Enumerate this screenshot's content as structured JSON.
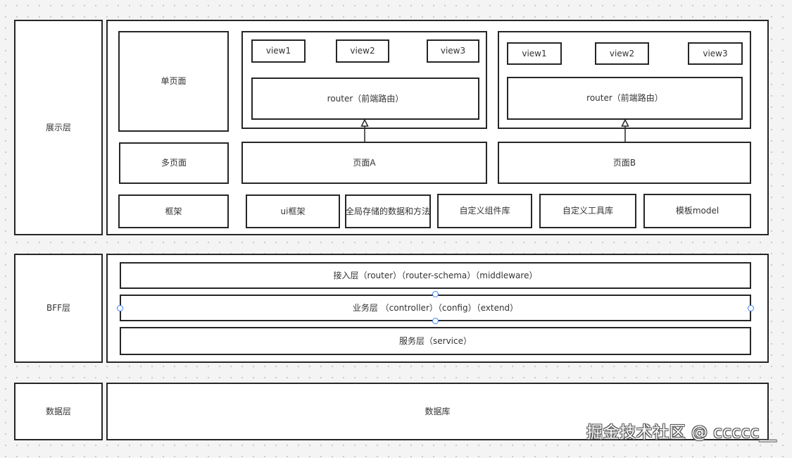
{
  "layers": {
    "presentation": {
      "label": "展示层",
      "single_page": "单页面",
      "multi_page": "多页面",
      "framework": "框架",
      "spa_a": {
        "views": [
          "view1",
          "view2",
          "view3"
        ],
        "router": "router（前端路由）"
      },
      "spa_b": {
        "views": [
          "view1",
          "view2",
          "view3"
        ],
        "router": "router（前端路由）"
      },
      "page_a": "页面A",
      "page_b": "页面B",
      "framework_items": [
        "ui框架",
        "全局存储的数据和方法",
        "自定义组件库",
        "自定义工具库",
        "模板model"
      ]
    },
    "bff": {
      "label": "BFF层",
      "access_layer": "接入层（router）（router-schema）（middleware）",
      "business_layer": "业务层 （controller）（config）（extend）",
      "service_layer": "服务层（service）"
    },
    "data": {
      "label": "数据层",
      "database": "数据库"
    }
  },
  "watermark": "掘金技术社区 @ ccccc__",
  "colors": {
    "border": "#262626",
    "handle": "#3b82f6",
    "background": "#f4f4f4"
  }
}
